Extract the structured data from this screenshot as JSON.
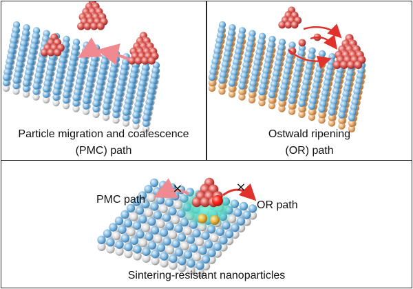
{
  "panel_a": {
    "caption_line1": "Particle migration and coalescence",
    "caption_line2": "(PMC) path"
  },
  "panel_b": {
    "caption_line1": "Ostwald ripening",
    "caption_line2": "(OR) path"
  },
  "panel_c": {
    "pmc_label": "PMC path",
    "or_label": "OR path",
    "caption": "Sintering-resistant nanoparticles",
    "blocked_marker": "×"
  },
  "colors": {
    "support_blue": "#7fb6dd",
    "support_white": "#e6e6e6",
    "support_orange": "#e8b27a",
    "particle_red": "#d9504f",
    "arrow_red": "#e0312b",
    "arrow_pink": "#f08a90",
    "glow_cyan": "#5fe0c8"
  },
  "icons": [
    "cross-mark-icon",
    "curved-arrow-icon"
  ]
}
